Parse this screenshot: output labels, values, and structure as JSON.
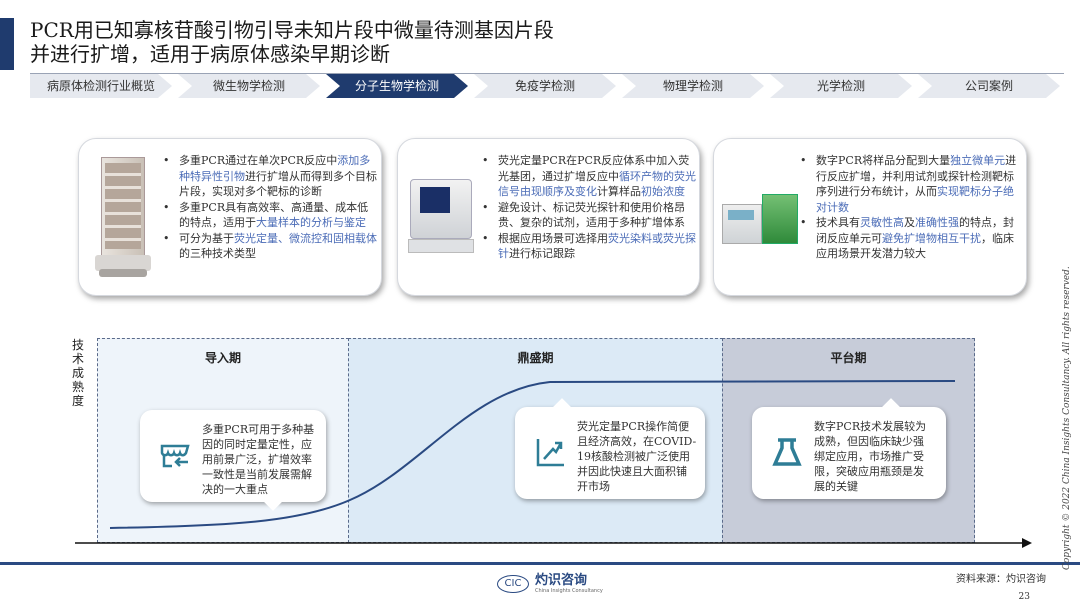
{
  "title": {
    "line1": "PCR用已知寡核苷酸引物引导未知片段中微量待测基因片段",
    "line2": "并进行扩增，适用于病原体感染早期诊断"
  },
  "nav": {
    "items": [
      "病原体检测行业概览",
      "微生物学检测",
      "分子生物学检测",
      "免疫学检测",
      "物理学检测",
      "光学检测",
      "公司案例"
    ],
    "active_index": 2
  },
  "cards": [
    {
      "bullets": [
        [
          {
            "t": "多重PCR通过在单次PCR反应中"
          },
          {
            "t": "添加多种特异性引物",
            "hl": true
          },
          {
            "t": "进行扩增从而得到多个目标片段，实现对多个靶标的诊断"
          }
        ],
        [
          {
            "t": "多重PCR具有高效率、高通量、成本低的特点，适用于"
          },
          {
            "t": "大量样本的分析与鉴定",
            "hl": true
          }
        ],
        [
          {
            "t": "可分为基于"
          },
          {
            "t": "荧光定量、微流控和固相载体",
            "hl": true
          },
          {
            "t": "的三种技术类型"
          }
        ]
      ]
    },
    {
      "bullets": [
        [
          {
            "t": "荧光定量PCR在PCR反应体系中加入荧光基团，通过扩增反应中"
          },
          {
            "t": "循环产物的荧光信号由现顺序及变化",
            "hl": true
          },
          {
            "t": "计算样品"
          },
          {
            "t": "初始浓度",
            "hl": true
          }
        ],
        [
          {
            "t": "避免设计、标记荧光探针和使用价格昂贵、复杂的试剂，适用于多种扩增体系"
          }
        ],
        [
          {
            "t": "根据应用场景可选择用"
          },
          {
            "t": "荧光染料或荧光探针",
            "hl": true
          },
          {
            "t": "进行标记跟踪"
          }
        ]
      ]
    },
    {
      "bullets": [
        [
          {
            "t": "数字PCR将样品分配到大量"
          },
          {
            "t": "独立微单元",
            "hl": true
          },
          {
            "t": "进行反应扩增，并利用试剂或探针检测靶标序列进行分布统计，从而"
          },
          {
            "t": "实现靶标分子绝对计数",
            "hl": true
          }
        ],
        [
          {
            "t": "技术具有"
          },
          {
            "t": "灵敏性高",
            "hl": true
          },
          {
            "t": "及"
          },
          {
            "t": "准确性强",
            "hl": true
          },
          {
            "t": "的特点，封闭反应单元可"
          },
          {
            "t": "避免扩增物相互干扰",
            "hl": true
          },
          {
            "t": "，临床应用场景开发潜力较大"
          }
        ]
      ]
    }
  ],
  "chart": {
    "ylabel": "技术成熟度",
    "phases": [
      {
        "label": "导入期",
        "color": "#eef4fa"
      },
      {
        "label": "鼎盛期",
        "color": "#dceaf6"
      },
      {
        "label": "平台期",
        "color": "#c7ccd9"
      }
    ],
    "callouts": [
      {
        "icon": "store-return-icon",
        "text": "多重PCR可用于多种基因的同时定量定性，应用前景广泛，扩增效率一致性是当前发展需解决的一大重点"
      },
      {
        "icon": "growth-chart-icon",
        "text": "荧光定量PCR操作简便且经济高效，在COVID-19核酸检测被广泛使用并因此快速且大面积铺开市场"
      },
      {
        "icon": "flask-icon",
        "text": "数字PCR技术发展较为成熟，但因临床缺少强绑定应用，市场推广受限，突破应用瓶颈是发展的关键"
      }
    ]
  },
  "colors": {
    "brand": "#1f3b6e",
    "highlight": "#4b6cb7",
    "accent_icon": "#2e7d96"
  },
  "footer": {
    "source": "资料来源：灼识咨询",
    "page": "23",
    "copyright": "Copyright © 2022 China Insights Consultancy. All rights reserved.",
    "logo_cn": "灼识咨询",
    "logo_en": "China Insights Consultancy",
    "logo_mark": "CIC"
  }
}
